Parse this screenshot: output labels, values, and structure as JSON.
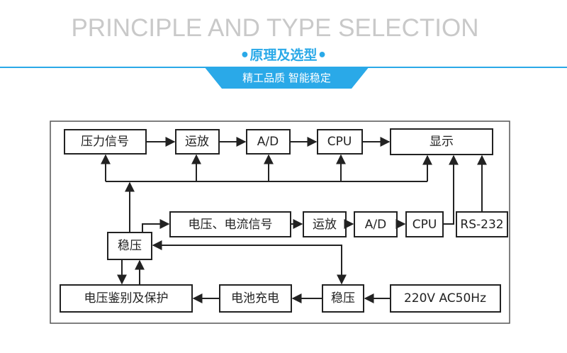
{
  "header": {
    "english_title": "PRINCIPLE AND TYPE SELECTION",
    "chinese_title": "原理及选型",
    "title_dot": "•",
    "banner_text": "精工品质  智能稳定",
    "accent_color": "#2aa9e8"
  },
  "diagram": {
    "row1": {
      "pressure_signal": "压力信号",
      "amplifier": "运放",
      "adc": "A/D",
      "cpu": "CPU",
      "display": "显示"
    },
    "row2": {
      "voltage_current_signal": "电压、电流信号",
      "amplifier": "运放",
      "adc": "A/D",
      "cpu": "CPU",
      "rs232": "RS-232"
    },
    "regulator_upper": "稳压",
    "row3": {
      "voltage_monitor_protect": "电压鉴别及保护",
      "battery_charge": "电池充电",
      "regulator": "稳压",
      "power_input": "220V AC50Hz"
    }
  }
}
